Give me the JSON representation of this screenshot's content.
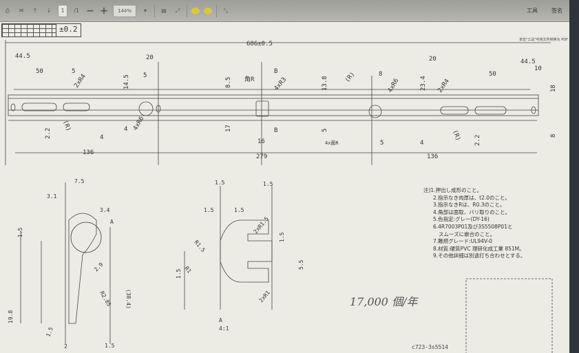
{
  "toolbar": {
    "page_current": "1",
    "page_total": "/1",
    "zoom": "144%",
    "menu_tools": "工具",
    "menu_sign": "签名"
  },
  "hint": "单击\"工具\"可将文件转换为 PDF",
  "tolerance": "±0.2",
  "labels": [
    "686±0.5",
    "44.5",
    "50",
    "5",
    "2xR4",
    "20",
    "5",
    "14.5",
    "4",
    "4xR6",
    "8.5",
    "17",
    "B",
    "B",
    "16",
    "279",
    "角R",
    "4xR3",
    "2.2",
    "(R)",
    "4",
    "136",
    "13.8",
    "(R)",
    "8",
    "4xR6",
    "20",
    "23.4",
    "2xR4",
    "50",
    "44.5",
    "10",
    "18",
    "8",
    "5",
    "5",
    "4",
    "(R)",
    "2.2",
    "136",
    "4x面R"
  ],
  "detail_labels": [
    "7.5",
    "3.1",
    "3.4",
    "A",
    "1.5",
    "2.9",
    "R2.85",
    "(38.4)",
    "19.8",
    "1.5",
    "2",
    "1.5",
    "1.5",
    "1.5",
    "1.5",
    "1.5",
    "2xR1.5",
    "R1.5",
    "R1",
    "1.5",
    "1.5",
    "5.5",
    "2xR1",
    "A",
    "4:1"
  ],
  "notes": [
    "注)1.押出し成形のこと。",
    "2.指示なき肉厚は、t2.0のこと。",
    "3.指示なきRは、R0.3のこと。",
    "4.角部は面取、バリ取りのこと。",
    "5.色指定:グレー(DY-16)",
    "6.4R7003P01及び3S5508P01と",
    "スムーズに嵌合のこと。",
    "7.難燃グレード:UL94V-0",
    "8.材質:硬質PVC 理研化成工業 851M。",
    "9.その他詳細は別途打ち合わせとする。"
  ],
  "handwritten": "17,000 個/年",
  "part_number": "c723-3s5514"
}
